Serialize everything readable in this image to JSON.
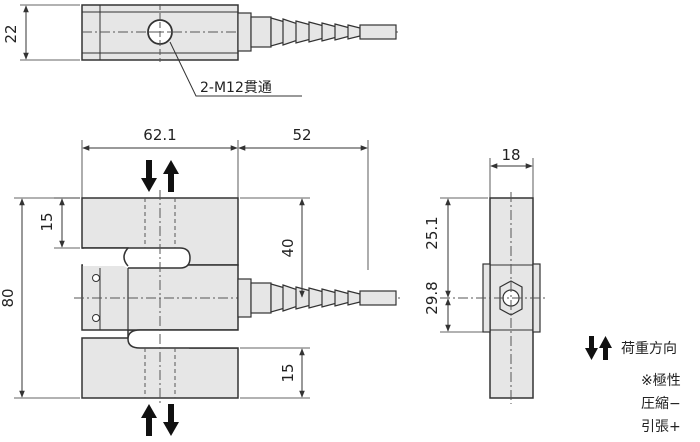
{
  "labels": {
    "dim_22": "22",
    "thread_note": "2-M12貫通",
    "dim_62_1": "62.1",
    "dim_52": "52",
    "dim_18": "18",
    "dim_15_top": "15",
    "dim_80": "80",
    "dim_40": "40",
    "dim_25_1": "25.1",
    "dim_29_8": "29.8",
    "dim_15_bottom": "15",
    "legend_load_direction": "荷重方向",
    "legend_polarity": "※極性",
    "legend_compression": "圧縮−",
    "legend_tension": "引張+"
  },
  "colors": {
    "body_fill": "#e6e6e6",
    "line": "#333333",
    "arrow": "#111111",
    "bg": "#ffffff"
  }
}
